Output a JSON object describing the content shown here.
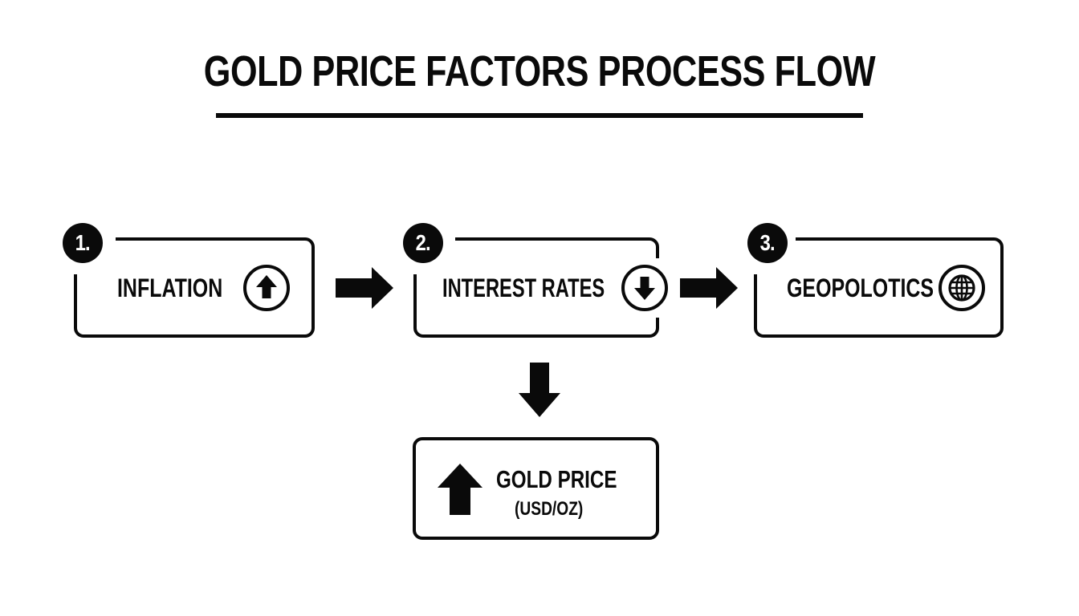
{
  "title": "GOLD PRICE FACTORS PROCESS FLOW",
  "steps": [
    {
      "number": "1.",
      "label": "INFLATION",
      "icon": "circle-arrow-up-icon",
      "direction": "up"
    },
    {
      "number": "2.",
      "label": "INTEREST RATES",
      "icon": "circle-arrow-down-icon",
      "direction": "down"
    },
    {
      "number": "3.",
      "label": "GEOPOLOTICS",
      "icon": "globe-icon",
      "direction": "neutral"
    }
  ],
  "connectors": [
    {
      "from": "1",
      "to": "2",
      "icon": "arrow-right-icon"
    },
    {
      "from": "2",
      "to": "3",
      "icon": "arrow-right-icon"
    },
    {
      "from": "2",
      "to": "result",
      "icon": "arrow-down-icon"
    }
  ],
  "result": {
    "label": "GOLD PRICE",
    "unit": "(USD/OZ)",
    "icon": "arrow-up-icon",
    "direction": "up"
  },
  "colors": {
    "ink": "#0a0a0a",
    "background": "#ffffff"
  }
}
